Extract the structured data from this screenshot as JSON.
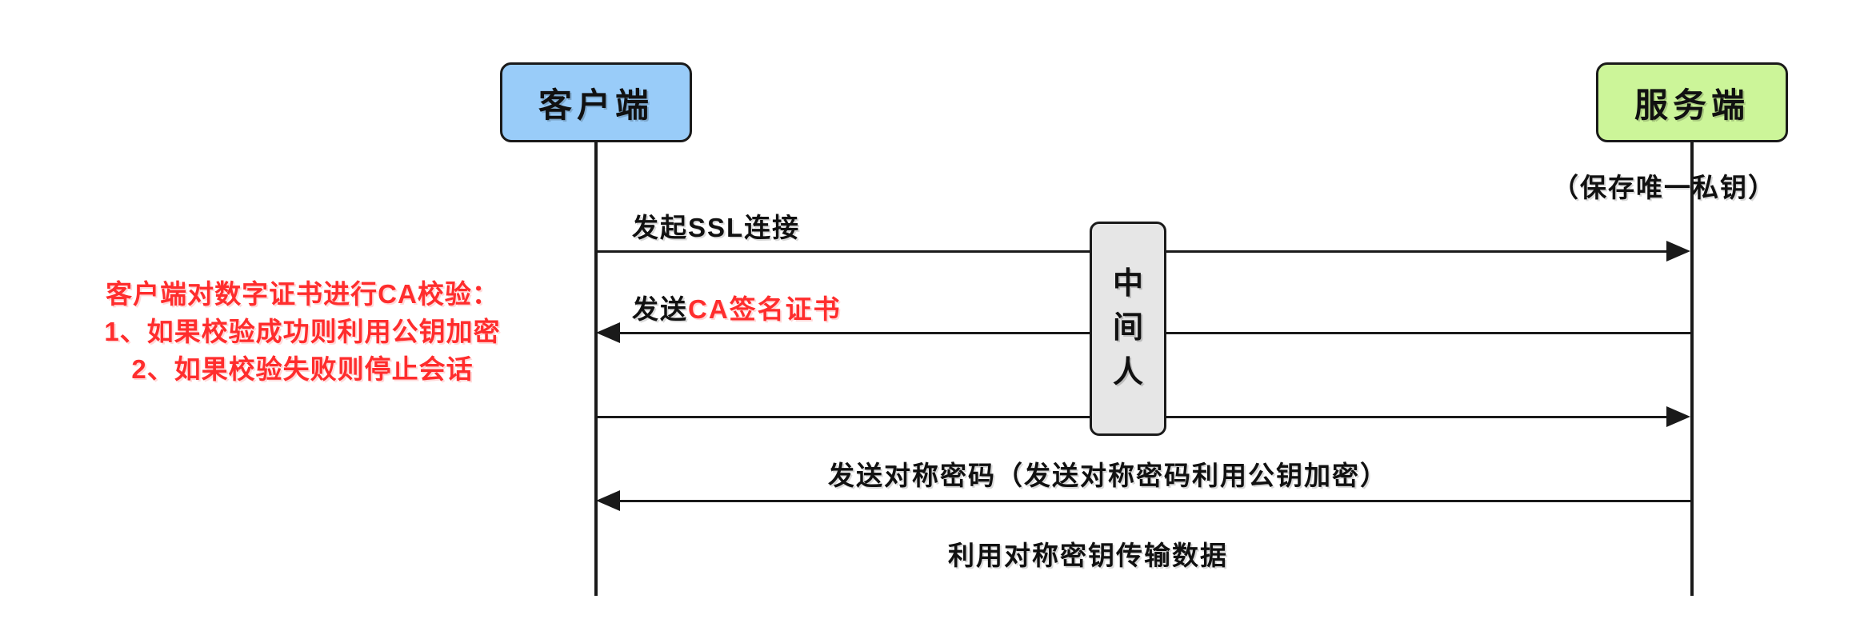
{
  "diagram": {
    "type": "sequence-diagram",
    "title": "SSL/TLS handshake with man-in-the-middle",
    "colors": {
      "client_fill": "#99ccf9",
      "server_fill": "#ccf599",
      "mitm_fill": "#e6e6e6",
      "stroke": "#1a1a1a",
      "annotation_red": "#ff2d2d"
    }
  },
  "participants": {
    "client": {
      "label": "客户端"
    },
    "server": {
      "label": "服务端"
    },
    "mitm": {
      "label": "中间人",
      "chars": [
        "中",
        "间",
        "人"
      ]
    }
  },
  "notes": {
    "server_note": "（保存唯一私钥）",
    "client_validation": [
      "客户端对数字证书进行CA校验：",
      "1、如果校验成功则利用公钥加密",
      "2、如果校验失败则停止会话"
    ]
  },
  "messages": [
    {
      "index": 1,
      "direction": "client-to-server",
      "label": "发起SSL连接",
      "label_black": "发起SSL连接",
      "label_red": ""
    },
    {
      "index": 2,
      "direction": "server-to-client",
      "label": "发送CA签名证书",
      "label_black": "发送",
      "label_red": "CA签名证书"
    },
    {
      "index": 3,
      "direction": "client-to-server",
      "label": "",
      "label_black": "",
      "label_red": ""
    },
    {
      "index": 4,
      "direction": "server-to-client",
      "label": "发送对称密码（发送对称密码利用公钥加密）",
      "label_black": "发送对称密码（发送对称密码利用公钥加密）",
      "label_red": ""
    }
  ],
  "footer_label": "利用对称密钥传输数据"
}
